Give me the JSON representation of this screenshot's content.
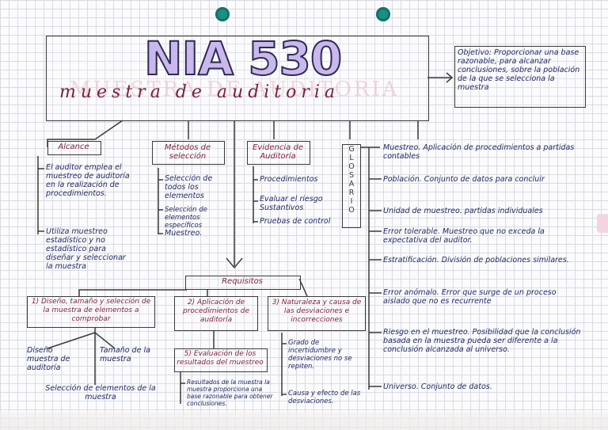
{
  "title": "NIA 530",
  "subtitle": "muestra de auditoria",
  "objetivo": "Objetivo: Proporcionar una base razonable, para alcanzar conclusiones, sobre la población de la que se selecciona la muestra",
  "alcance": {
    "header": "Alcance",
    "item1": "El auditor emplea el muestreo de auditoría en la realización de procedimientos.",
    "item2": "Utiliza muestreo estadístico y no estadístico para diseñar y seleccionar la muestra"
  },
  "metodos": {
    "header": "Métodos de selección",
    "item1": "Selección de todos los elementos",
    "item2": "Selección de elementos específicos",
    "item3": "Muestreo."
  },
  "evidencia": {
    "header": "Evidencia de Auditoría",
    "item1": "Procedimientos",
    "item2": "Evaluar el riesgo Sustantivos",
    "item3": "Pruebas de control"
  },
  "glosario": {
    "letters": [
      "G",
      "L",
      "O",
      "S",
      "A",
      "R",
      "I",
      "O"
    ],
    "items": [
      "Muestreo. Aplicación de procedimientos a partidas contables",
      "Población. Conjunto de datos para concluir",
      "Unidad de muestreo. partidas individuales",
      "Error tolerable. Muestreo que no exceda la expectativa del auditor.",
      "Estratificación. División de poblaciones similares.",
      "Error anómalo. Error que surge de un proceso aislado que no es recurrente",
      "Riesgo en el muestreo. Posibilidad que la conclusión basada en la muestra pueda ser diferente a la conclusión alcanzada al universo.",
      "Universo. Conjunto de datos."
    ]
  },
  "requisitos": {
    "header": "Requisitos",
    "r1": "1) Diseño, tamaño y selección de la muestra de elementos a comprobar",
    "r1a": "Diseño muestra de auditoría",
    "r1b": "Tamaño de la muestra",
    "r1c": "Selección de elementos de la muestra",
    "r2": "2) Aplicación de procedimientos de auditoría",
    "r3": "3) Naturaleza y causa de las desviaciones e incorrecciones",
    "r3a": "Grado de incertidumbre y desviaciones no se repiten.",
    "r3b": "Causa y efecto de las desviaciones.",
    "r5": "5) Evaluación de los resultados del muestreo",
    "r5a": "Resultados de la muestra la muestra proporciona una base razonable para obtener conclusiones."
  }
}
